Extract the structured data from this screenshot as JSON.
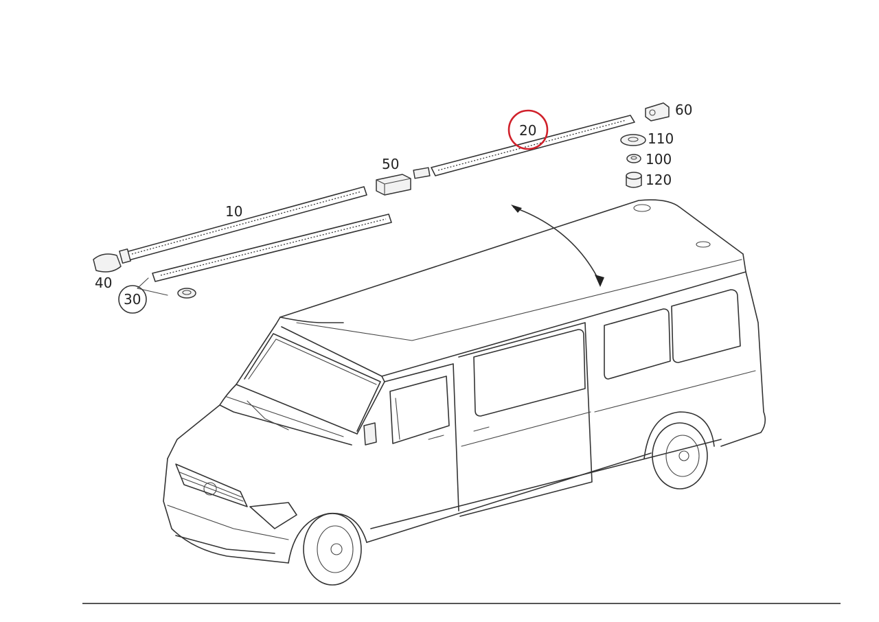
{
  "callouts": [
    {
      "id": "10",
      "label": "10"
    },
    {
      "id": "20",
      "label": "20",
      "highlighted": true
    },
    {
      "id": "30",
      "label": "30",
      "circled": true
    },
    {
      "id": "40",
      "label": "40"
    },
    {
      "id": "50",
      "label": "50"
    },
    {
      "id": "60",
      "label": "60"
    },
    {
      "id": "100",
      "label": "100"
    },
    {
      "id": "110",
      "label": "110"
    },
    {
      "id": "120",
      "label": "120"
    }
  ],
  "colors": {
    "line": "#333333",
    "highlight": "#d0202a",
    "background": "#ffffff"
  }
}
